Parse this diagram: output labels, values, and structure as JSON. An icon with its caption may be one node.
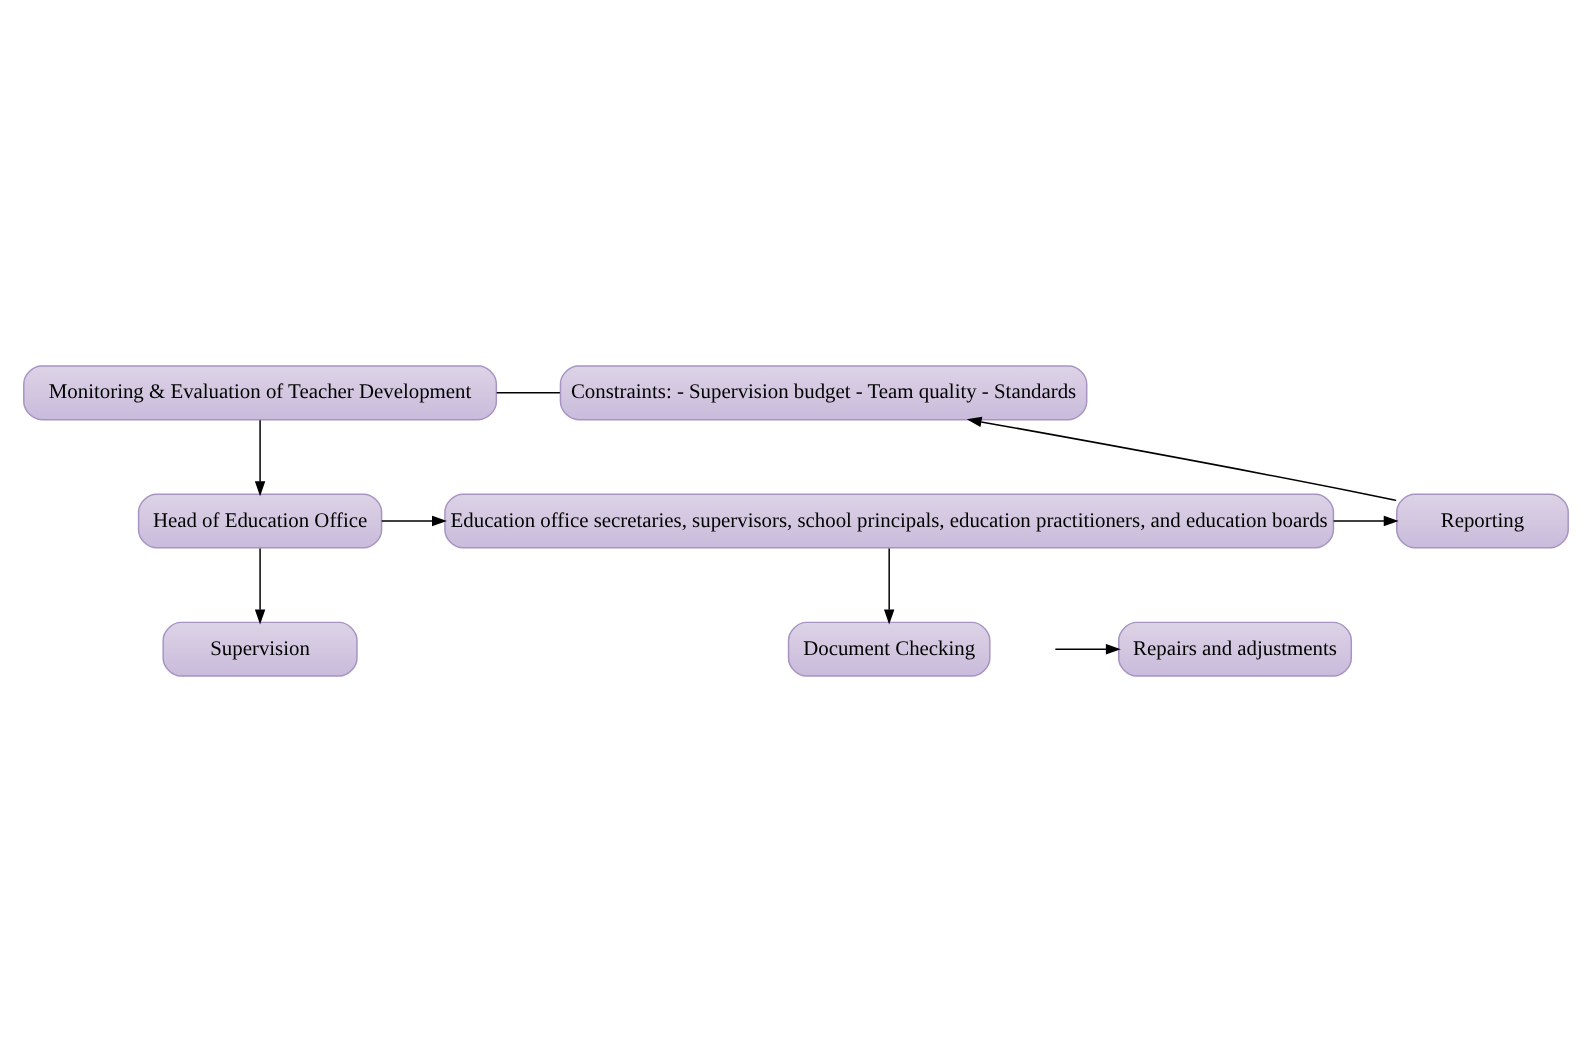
{
  "diagram": {
    "nodes": [
      {
        "text": [
          "Monitoring & Evaluation of Teacher Development"
        ]
      },
      {
        "text": [
          "Constraints: - Supervision budget - Team quality - Standards"
        ]
      },
      {
        "text": [
          "Head of Education Office"
        ]
      },
      {
        "text": [
          "Education office secretaries, supervisors, school principals, education practitioners, and education boards"
        ]
      },
      {
        "text": [
          "Reporting"
        ]
      },
      {
        "text": [
          "Supervision"
        ]
      },
      {
        "text": [
          "Document Checking"
        ]
      },
      {
        "text": [
          "Repairs and adjustments"
        ]
      }
    ],
    "edges": [
      {
        "from": 0,
        "to": 1,
        "arrow": "none"
      },
      {
        "from": 0,
        "to": 2,
        "arrow": "to"
      },
      {
        "from": 2,
        "to": 3,
        "arrow": "to"
      },
      {
        "from": 3,
        "to": 4,
        "arrow": "to"
      },
      {
        "from": 4,
        "to": 1,
        "arrow": "to"
      },
      {
        "from": 2,
        "to": 5,
        "arrow": "to"
      },
      {
        "from": 3,
        "to": 6,
        "arrow": "to"
      },
      {
        "from": null,
        "to": 7,
        "arrow": "to"
      }
    ]
  }
}
